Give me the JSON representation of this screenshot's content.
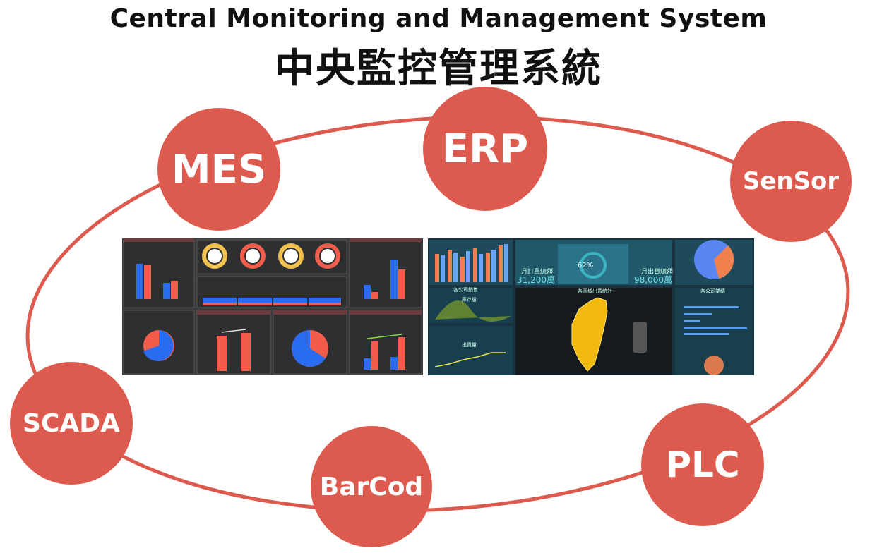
{
  "title": {
    "en": "Central Monitoring and Management System",
    "zh": "中央監控管理系統"
  },
  "colors": {
    "node": "#dd5a4e",
    "ring": "#dd5a4e",
    "dash_left_bg": "#3a3b3d",
    "dash_right_bg": "#18333f",
    "bar_red": "#f25c4b",
    "bar_blue": "#2a6cf0",
    "map_yellow": "#f2b90f"
  },
  "nodes": [
    {
      "id": "mes",
      "label": "MES"
    },
    {
      "id": "erp",
      "label": "ERP"
    },
    {
      "id": "sensor",
      "label": "SenSor"
    },
    {
      "id": "plc",
      "label": "PLC"
    },
    {
      "id": "barcode",
      "label": "BarCod"
    },
    {
      "id": "scada",
      "label": "SCADA"
    }
  ],
  "dashboard_right": {
    "gauge_value": "62%",
    "left_metric_label": "月訂單總額",
    "left_metric_value": "31,200萬",
    "right_metric_label": "月出貨總額",
    "right_metric_value": "98,000萬",
    "panel_company_sales": "各公司銷售",
    "panel_inventory": "庫存量",
    "panel_shipments": "出貨量",
    "panel_map": "各區域出貨統計",
    "panel_share": "各公司業績"
  }
}
